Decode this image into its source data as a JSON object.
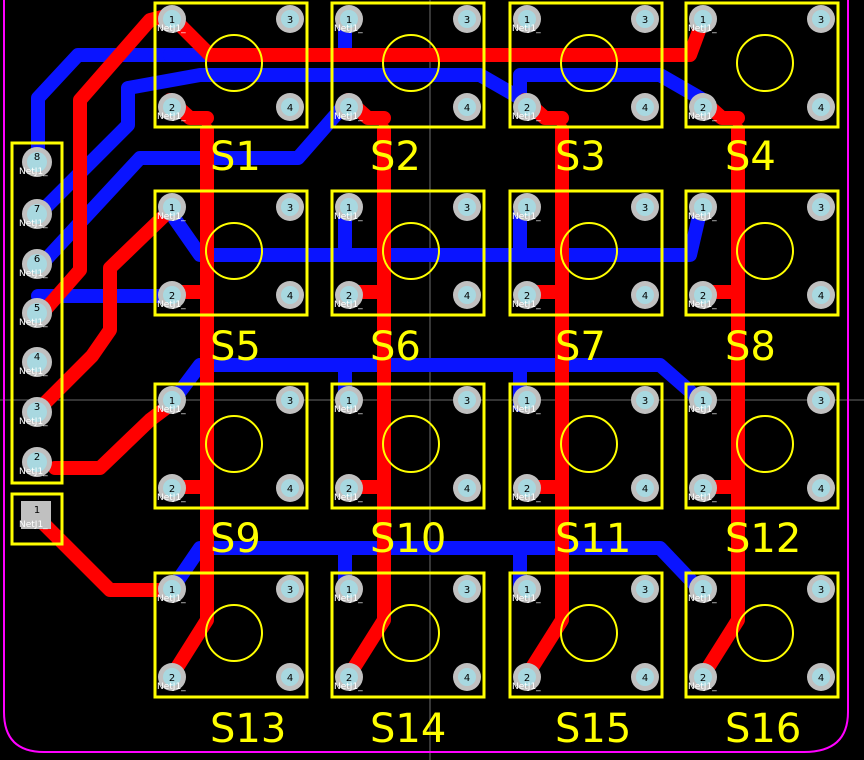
{
  "switches": [
    {
      "label": "S1",
      "pads": {
        "p1": "1",
        "p2": "2",
        "p3": "3",
        "p4": "4"
      },
      "net1": "NetJ1_",
      "net2": "NetJ1_"
    },
    {
      "label": "S2",
      "pads": {
        "p1": "1",
        "p2": "2",
        "p3": "3",
        "p4": "4"
      },
      "net1": "NetJ1_",
      "net2": "NetJ1_"
    },
    {
      "label": "S3",
      "pads": {
        "p1": "1",
        "p2": "2",
        "p3": "3",
        "p4": "4"
      },
      "net1": "NetJ1_",
      "net2": "NetJ1_"
    },
    {
      "label": "S4",
      "pads": {
        "p1": "1",
        "p2": "2",
        "p3": "3",
        "p4": "4"
      },
      "net1": "NetJ1_",
      "net2": "NetJ1_"
    },
    {
      "label": "S5",
      "pads": {
        "p1": "1",
        "p2": "2",
        "p3": "3",
        "p4": "4"
      },
      "net1": "NetJ1_",
      "net2": "NetJ1_"
    },
    {
      "label": "S6",
      "pads": {
        "p1": "1",
        "p2": "2",
        "p3": "3",
        "p4": "4"
      },
      "net1": "NetJ1_",
      "net2": "NetJ1_"
    },
    {
      "label": "S7",
      "pads": {
        "p1": "1",
        "p2": "2",
        "p3": "3",
        "p4": "4"
      },
      "net1": "NetJ1_",
      "net2": "NetJ1_"
    },
    {
      "label": "S8",
      "pads": {
        "p1": "1",
        "p2": "2",
        "p3": "3",
        "p4": "4"
      },
      "net1": "NetJ1_",
      "net2": "NetJ1_"
    },
    {
      "label": "S9",
      "pads": {
        "p1": "1",
        "p2": "2",
        "p3": "3",
        "p4": "4"
      },
      "net1": "NetJ1_",
      "net2": "NetJ1_"
    },
    {
      "label": "S10",
      "pads": {
        "p1": "1",
        "p2": "2",
        "p3": "3",
        "p4": "4"
      },
      "net1": "NetJ1_",
      "net2": "NetJ1_"
    },
    {
      "label": "S11",
      "pads": {
        "p1": "1",
        "p2": "2",
        "p3": "3",
        "p4": "4"
      },
      "net1": "NetJ1_",
      "net2": "NetJ1_"
    },
    {
      "label": "S12",
      "pads": {
        "p1": "1",
        "p2": "2",
        "p3": "3",
        "p4": "4"
      },
      "net1": "NetJ1_",
      "net2": "NetJ1_"
    },
    {
      "label": "S13",
      "pads": {
        "p1": "1",
        "p2": "2",
        "p3": "3",
        "p4": "4"
      },
      "net1": "NetJ1_",
      "net2": "NetJ1_"
    },
    {
      "label": "S14",
      "pads": {
        "p1": "1",
        "p2": "2",
        "p3": "3",
        "p4": "4"
      },
      "net1": "NetJ1_",
      "net2": "NetJ1_"
    },
    {
      "label": "S15",
      "pads": {
        "p1": "1",
        "p2": "2",
        "p3": "3",
        "p4": "4"
      },
      "net1": "NetJ1_",
      "net2": "NetJ1_"
    },
    {
      "label": "S16",
      "pads": {
        "p1": "1",
        "p2": "2",
        "p3": "3",
        "p4": "4"
      },
      "net1": "NetJ1_",
      "net2": "NetJ1_"
    }
  ],
  "header": {
    "pins": [
      {
        "num": "8",
        "net": "NetJ1_"
      },
      {
        "num": "7",
        "net": "NetJ1_"
      },
      {
        "num": "6",
        "net": "NetJ1_"
      },
      {
        "num": "5",
        "net": "NetJ1_"
      },
      {
        "num": "4",
        "net": "NetJ1_"
      },
      {
        "num": "3",
        "net": "NetJ1_"
      },
      {
        "num": "2",
        "net": "NetJ1_"
      },
      {
        "num": "1",
        "net": "NetJ1_"
      }
    ]
  },
  "colors": {
    "background": "#000000",
    "silkscreen": "#ffff00",
    "top_copper": "#ff0000",
    "bottom_copper": "#0a14ff",
    "pad": "#c0c0c0",
    "pad_hole": "#a8d8e0",
    "board_outline": "#ff00ff",
    "grid": "#8a8a8a"
  }
}
